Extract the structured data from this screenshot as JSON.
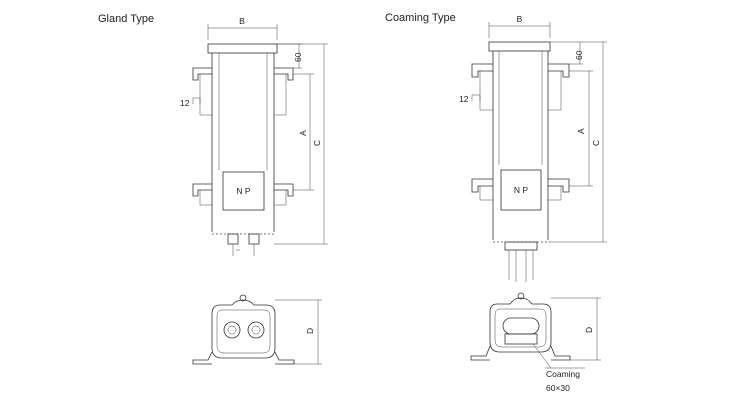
{
  "gland": {
    "title": "Gland Type",
    "dim_b": "B",
    "dim_60": "60",
    "dim_12": "12",
    "dim_a": "A",
    "dim_c": "C",
    "dim_d": "D",
    "nameplate": "N P"
  },
  "coaming": {
    "title": "Coaming Type",
    "dim_b": "B",
    "dim_60": "60",
    "dim_12": "12",
    "dim_a": "A",
    "dim_c": "C",
    "dim_d": "D",
    "nameplate": "N P",
    "coaming_label": "Coaming",
    "coaming_size": "60×30"
  }
}
